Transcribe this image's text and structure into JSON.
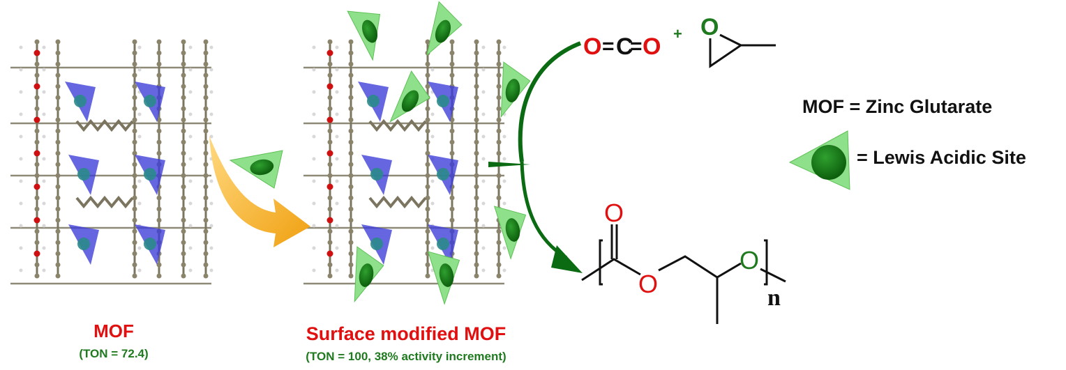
{
  "colors": {
    "red": "#e01010",
    "green": "#1f7a1f",
    "dark_green": "#0b6b12",
    "leaf_green": "#7dd87a",
    "blue": "#3b3bd9",
    "orange": "#f2a51a",
    "bond": "#7b7560",
    "black": "#111111"
  },
  "left_panel": {
    "title": "MOF",
    "ton": "(TON = 72.4)"
  },
  "middle_panel": {
    "title": "Surface modified MOF",
    "ton": "(TON = 100, 38% activity increment)"
  },
  "reaction": {
    "co2_O": "O",
    "co2_eq": "=",
    "co2_C": "C",
    "plus": "+",
    "epoxide_O": "O",
    "polymer_carbonyl_O": "O",
    "polymer_ester_O": "O",
    "polymer_ether_O": "O",
    "polymer_n": "n"
  },
  "legend": {
    "mof_definition": "MOF =  Zinc Glutarate",
    "site_definition": "=  Lewis Acidic Site",
    "site_icon": "lewis-acidic-site-icon"
  }
}
